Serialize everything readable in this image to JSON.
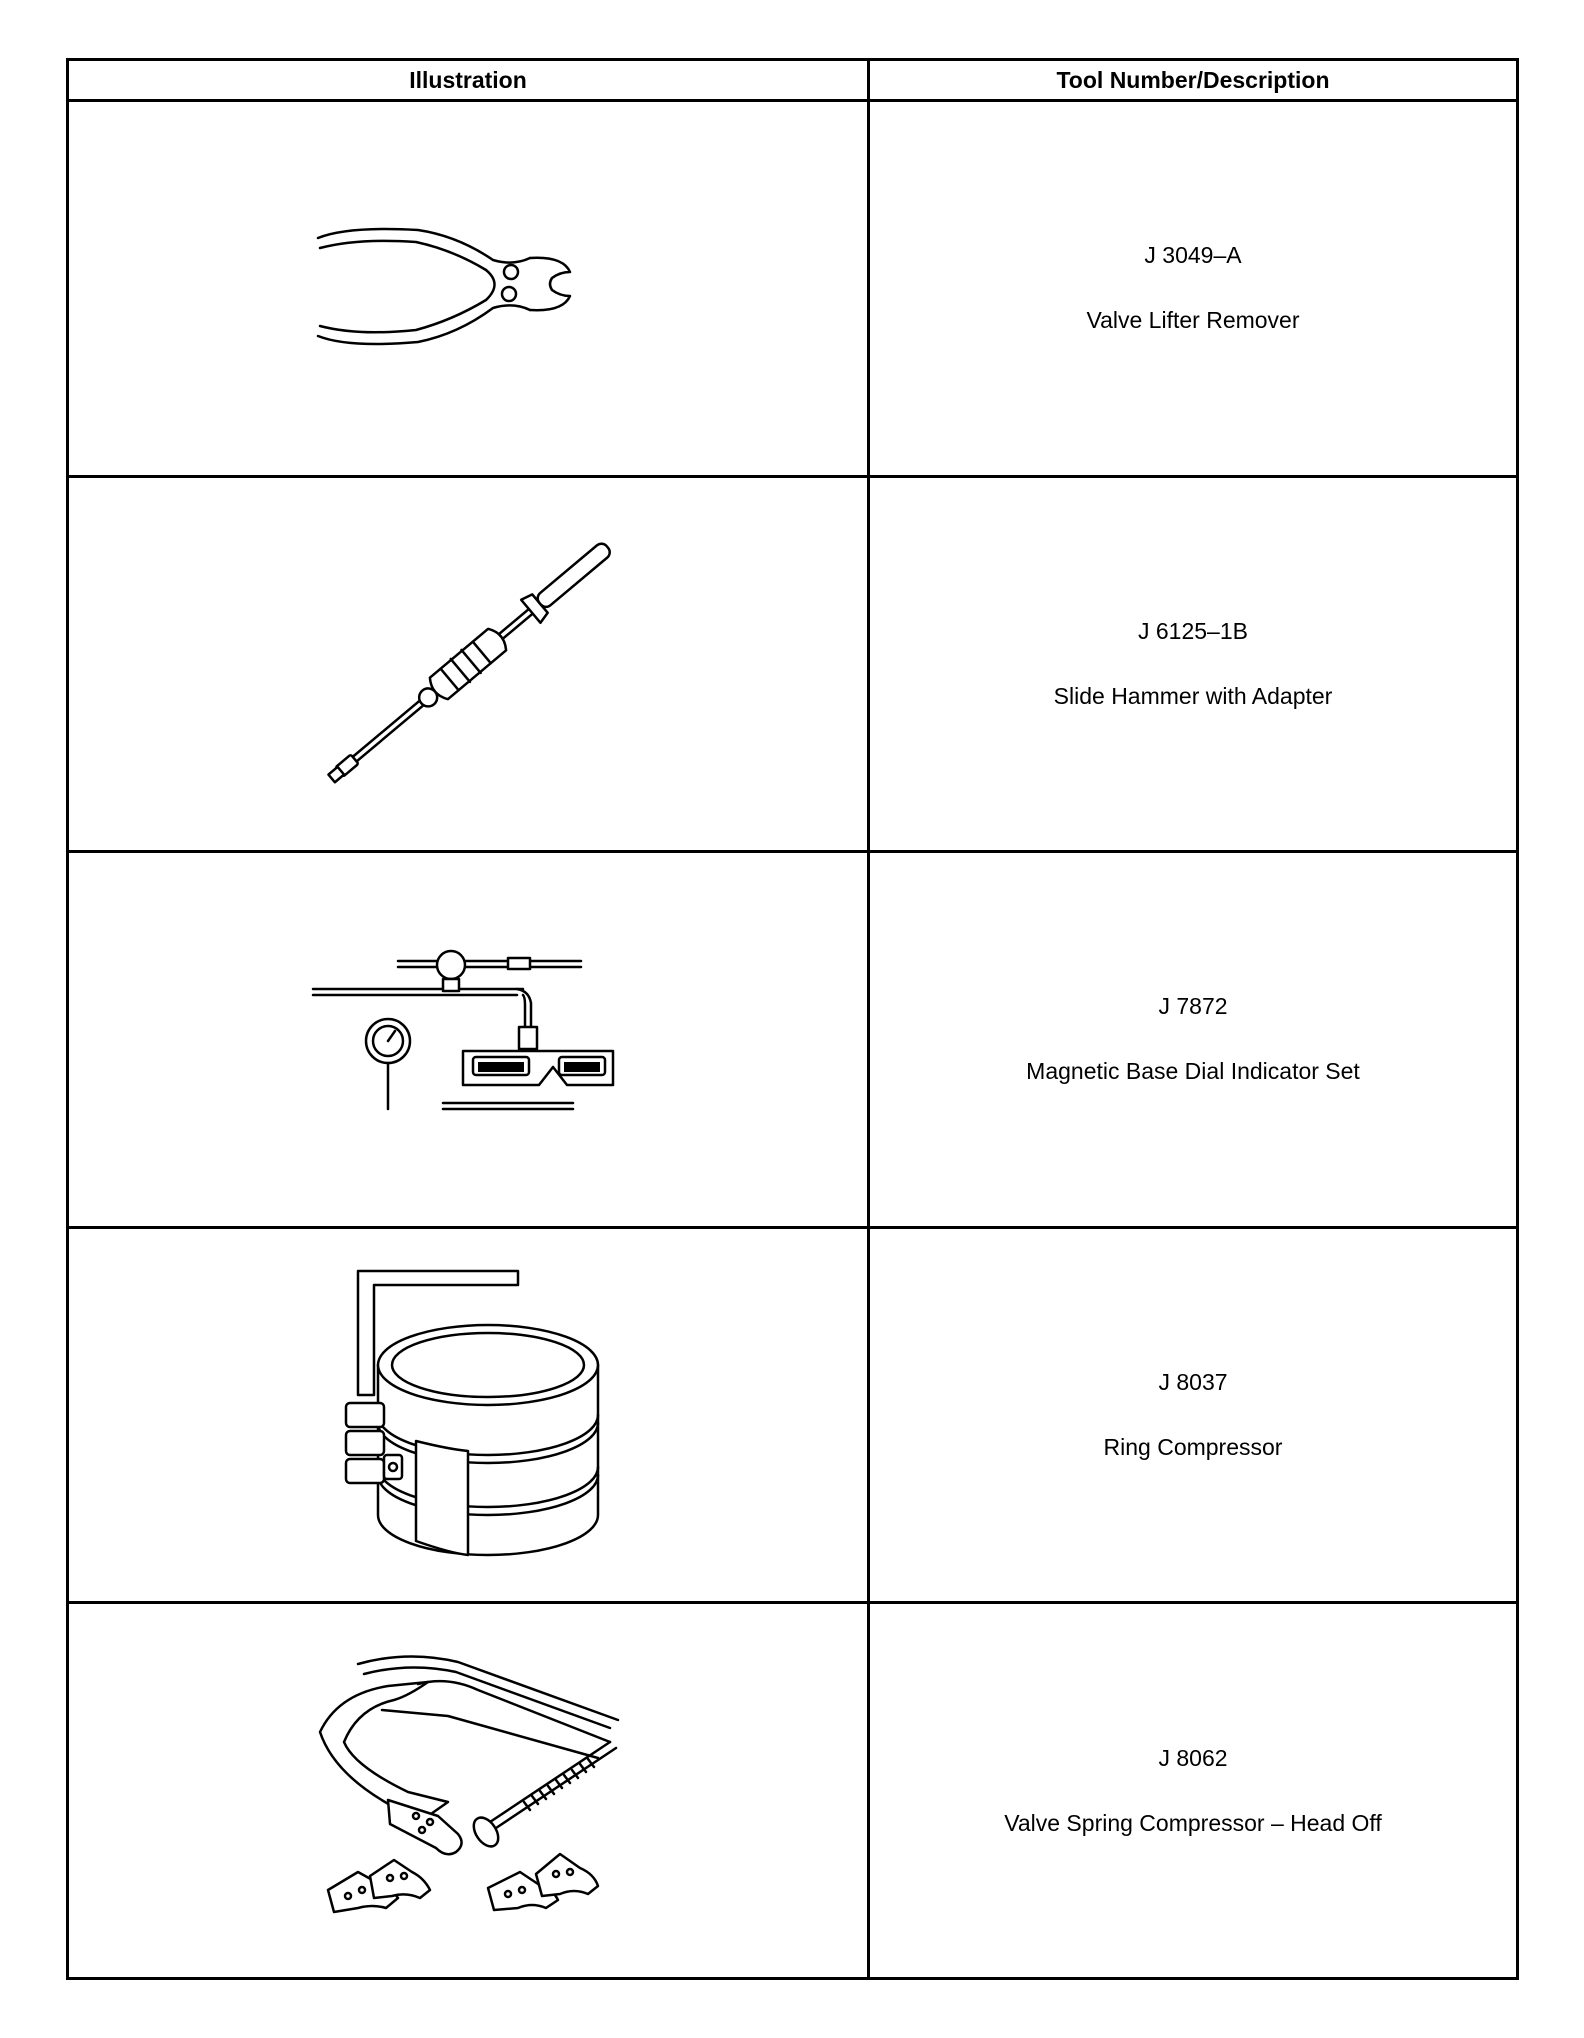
{
  "table": {
    "headers": {
      "illustration": "Illustration",
      "tool_description": "Tool Number/Description"
    },
    "rows": [
      {
        "tool_number": "J 3049–A",
        "description": "Valve Lifter Remover",
        "icon": "pliers-icon"
      },
      {
        "tool_number": "J 6125–1B",
        "description": "Slide Hammer with Adapter",
        "icon": "slide-hammer-icon"
      },
      {
        "tool_number": "J 7872",
        "description": "Magnetic Base Dial Indicator Set",
        "icon": "dial-indicator-icon"
      },
      {
        "tool_number": "J 8037",
        "description": "Ring Compressor",
        "icon": "ring-compressor-icon"
      },
      {
        "tool_number": "J 8062",
        "description": "Valve Spring Compressor – Head Off",
        "icon": "valve-spring-compressor-icon"
      }
    ]
  }
}
